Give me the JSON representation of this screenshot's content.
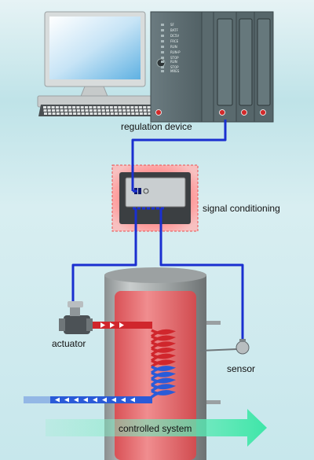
{
  "labels": {
    "regulation_device": "regulation device",
    "signal_conditioning": "signal conditioning",
    "actuator": "actuator",
    "sensor": "sensor",
    "controlled_system": "controlled system"
  },
  "plc_status": [
    "SF",
    "BATF",
    "DC5V",
    "FRCE",
    "RUN",
    "RUN-P",
    "STOP",
    "RUN",
    "STOP",
    "MRES"
  ],
  "colors": {
    "wire": "#1a2fd0",
    "tank_red": "#e8666a",
    "coil_red": "#d0262c",
    "coil_blue": "#2a5bd8",
    "plc_body": "#56666a",
    "arrow_green": "#58e8b0"
  },
  "icons": [
    "computer-monitor-icon",
    "keyboard-icon",
    "plc-icon",
    "valve-icon",
    "thermometer-icon"
  ]
}
